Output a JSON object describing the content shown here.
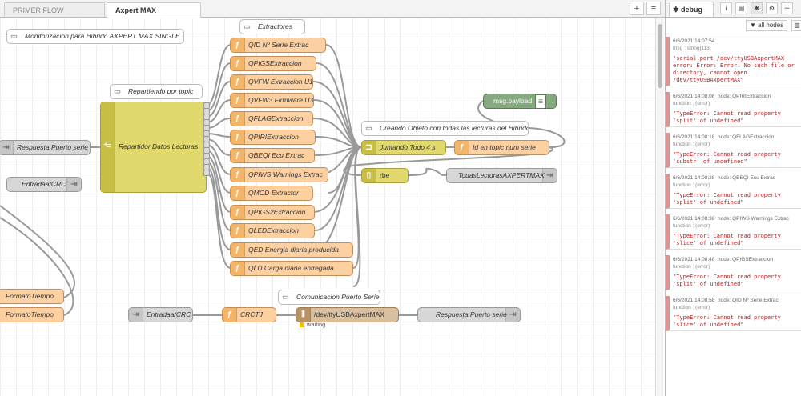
{
  "tabs": [
    {
      "label": "PRIMER FLOW"
    },
    {
      "label": "Axpert MAX"
    }
  ],
  "tab_buttons": {
    "add": "+",
    "list": "≡"
  },
  "comments": {
    "monitor": "Monitorizacion para Hibrido AXPERT MAX SINGLE",
    "extractores": "Extractores",
    "repartiendo": "Repartiendo por topic",
    "creando": "Creando Objeto con todas las lecturas del Hibrido",
    "comunicacion": "Comunicacion Puerto Serie"
  },
  "functions": [
    "QID Nº Serie Extrac",
    "QPIGSExtraccion",
    "QVFW Extraccion U1",
    "QVFW3 Firmware U3",
    "QFLAGExtraccion",
    "QPIRIExtraccion",
    "QBEQI Ecu Extrac",
    "QPIWS Warnings Extrac",
    "QMOD Extractor",
    "QPIGS2Extraccion",
    "QLEDExtraccion",
    "QED Energia diaria producida",
    "QLD Carga diaria entregada"
  ],
  "nodes": {
    "respuesta_left": "Respuesta Puerto serie",
    "entrada_left": "Entradaa/CRC",
    "switch": "Repartidor Datos Lecturas",
    "msg_payload": "msg.payload",
    "join": "Juntando Todo 4 s",
    "id_topic": "Id en topic num serie",
    "rbe": "rbe",
    "todas": "TodasLecturasAXPERTMAX",
    "formato1": "FormatoTiempo",
    "formato2": "FormatoTiempo",
    "entrada_bottom": "Entradaa/CRC",
    "crctj": "CRCTJ",
    "serial": "/dev/ttyUSBAxpertMAX",
    "serial_status": "waiting",
    "respuesta_bottom": "Respuesta Puerto serie"
  },
  "sidebar": {
    "tab": "debug",
    "filter": "▼ all nodes",
    "messages": [
      {
        "time": "6/6/2021 14:07:54",
        "node": "",
        "sub": "msg : string[113]",
        "body": "\"serial port /dev/ttyUSBAxpertMAX error: Error: Error: No such file or directory, cannot open /dev/ttyUSBAxpertMAX\""
      },
      {
        "time": "6/6/2021 14:08:08",
        "node": "node: QPIRIExtraccion",
        "sub": "function : (error)",
        "body": "\"TypeError: Cannot read property 'split' of undefined\""
      },
      {
        "time": "6/6/2021 14:08:18",
        "node": "node: QFLAGExtraccion",
        "sub": "function : (error)",
        "body": "\"TypeError: Cannot read property 'substr' of undefined\""
      },
      {
        "time": "6/6/2021 14:08:28",
        "node": "node: QBEQI Ecu Extrac",
        "sub": "function : (error)",
        "body": "\"TypeError: Cannot read property 'split' of undefined\""
      },
      {
        "time": "6/6/2021 14:08:38",
        "node": "node: QPIWS Warnings Extrac",
        "sub": "function : (error)",
        "body": "\"TypeError: Cannot read property 'slice' of undefined\""
      },
      {
        "time": "6/6/2021 14:08:48",
        "node": "node: QPIGSExtraccion",
        "sub": "function : (error)",
        "body": "\"TypeError: Cannot read property 'split' of undefined\""
      },
      {
        "time": "6/6/2021 14:08:58",
        "node": "node: QID Nº Serie Extrac",
        "sub": "function : (error)",
        "body": "\"TypeError: Cannot read property 'slice' of undefined\""
      }
    ]
  },
  "colors": {
    "function": "#fdd0a2",
    "join": "#e2d96e",
    "debug": "#87a980",
    "serial": "#d8bfa0",
    "error_bar": "#e49191"
  }
}
